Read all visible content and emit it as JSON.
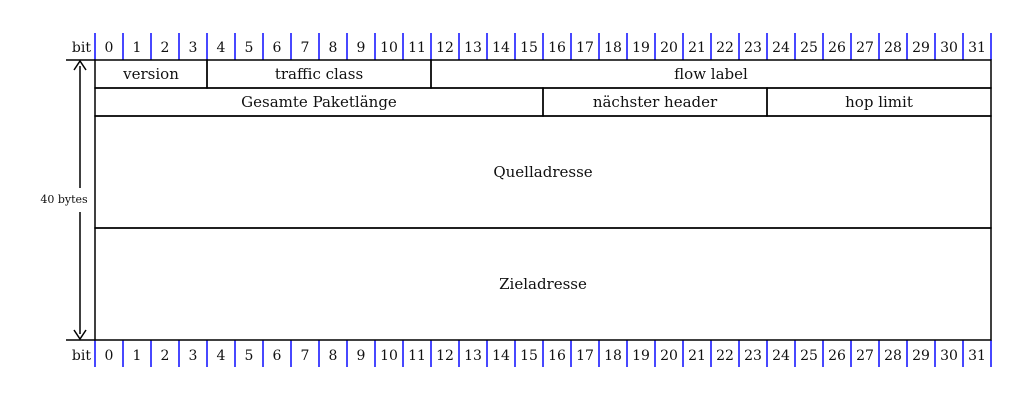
{
  "header": {
    "bit_label": "bit"
  },
  "footer": {
    "bit_label": "bit"
  },
  "bits": [
    "0",
    "1",
    "2",
    "3",
    "4",
    "5",
    "6",
    "7",
    "8",
    "9",
    "10",
    "11",
    "12",
    "13",
    "14",
    "15",
    "16",
    "17",
    "18",
    "19",
    "20",
    "21",
    "22",
    "23",
    "24",
    "25",
    "26",
    "27",
    "28",
    "29",
    "30",
    "31"
  ],
  "rows": [
    {
      "fields": [
        {
          "label": "version",
          "start": 0,
          "end": 4
        },
        {
          "label": "traffic class",
          "start": 4,
          "end": 12
        },
        {
          "label": "flow label",
          "start": 12,
          "end": 32
        }
      ]
    },
    {
      "fields": [
        {
          "label": "Gesamte Paketlänge",
          "start": 0,
          "end": 16
        },
        {
          "label": "nächster header",
          "start": 16,
          "end": 24
        },
        {
          "label": "hop limit",
          "start": 24,
          "end": 32
        }
      ]
    }
  ],
  "blocks": [
    {
      "label": "Quelladresse"
    },
    {
      "label": "Zieladresse"
    }
  ],
  "size_indicator": {
    "label": "40 bytes"
  },
  "colors": {
    "tick": "#1a1aff",
    "line": "#000000"
  }
}
